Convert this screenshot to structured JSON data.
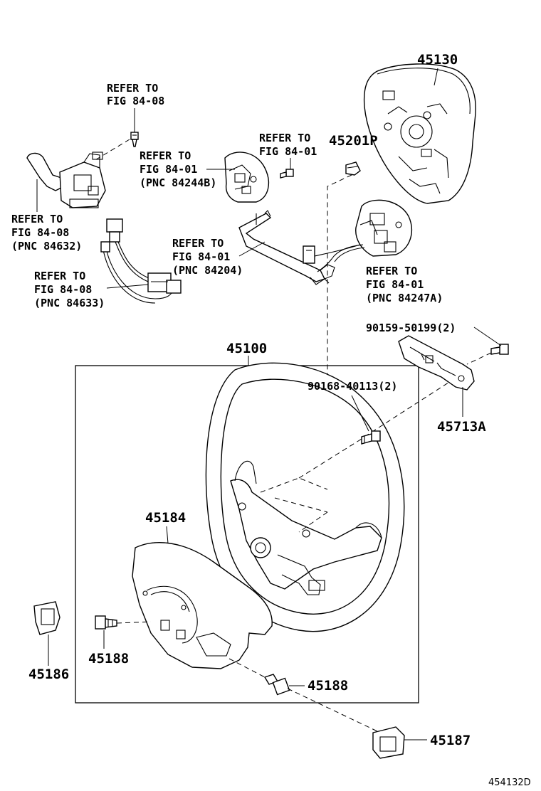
{
  "diagram": {
    "figure_id": "454132D",
    "parts": {
      "p45130": "45130",
      "p45201P": "45201P",
      "p45100": "45100",
      "p45184": "45184",
      "p45188_left": "45188",
      "p45188_right": "45188",
      "p45186": "45186",
      "p45187": "45187",
      "p45713A": "45713A",
      "p90168": "90168-40113(2)",
      "p90159": "90159-50199(2)"
    },
    "refs": {
      "r1": [
        "REFER TO",
        "FIG 84-08"
      ],
      "r2": [
        "REFER TO",
        "FIG 84-01",
        "(PNC 84244B)"
      ],
      "r3": [
        "REFER TO",
        "FIG 84-01"
      ],
      "r4": [
        "REFER TO",
        "FIG 84-08",
        "(PNC 84632)"
      ],
      "r5": [
        "REFER TO",
        "FIG 84-01",
        "(PNC 84204)"
      ],
      "r6": [
        "REFER TO",
        "FIG 84-08",
        "(PNC 84633)"
      ],
      "r7": [
        "REFER TO",
        "FIG 84-01",
        "(PNC 84247A)"
      ]
    }
  }
}
